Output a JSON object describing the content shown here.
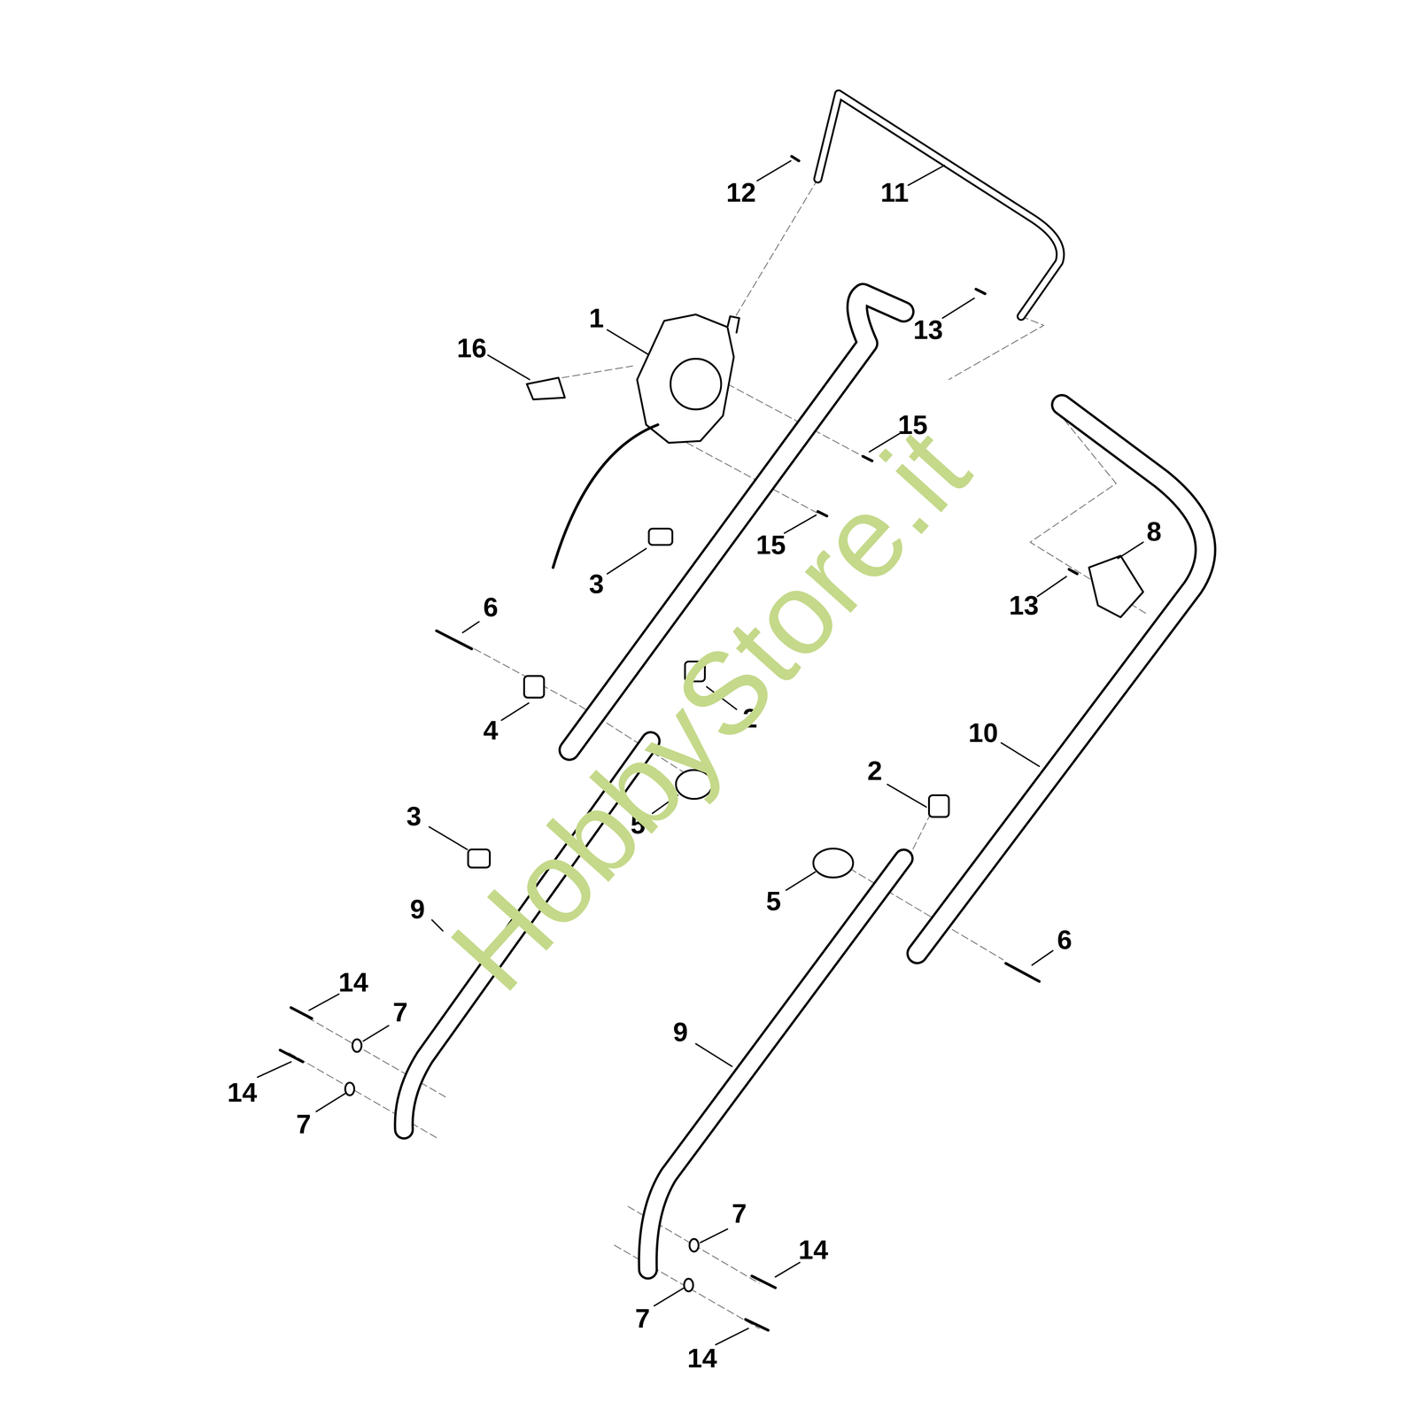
{
  "diagram": {
    "labels": [
      "12",
      "11",
      "1",
      "16",
      "13",
      "15",
      "15",
      "8",
      "13",
      "3",
      "6",
      "4",
      "2",
      "10",
      "2",
      "3",
      "5",
      "5",
      "6",
      "9",
      "14",
      "7",
      "14",
      "7",
      "9",
      "7",
      "14",
      "7",
      "14",
      "HobbyStore.it"
    ]
  }
}
